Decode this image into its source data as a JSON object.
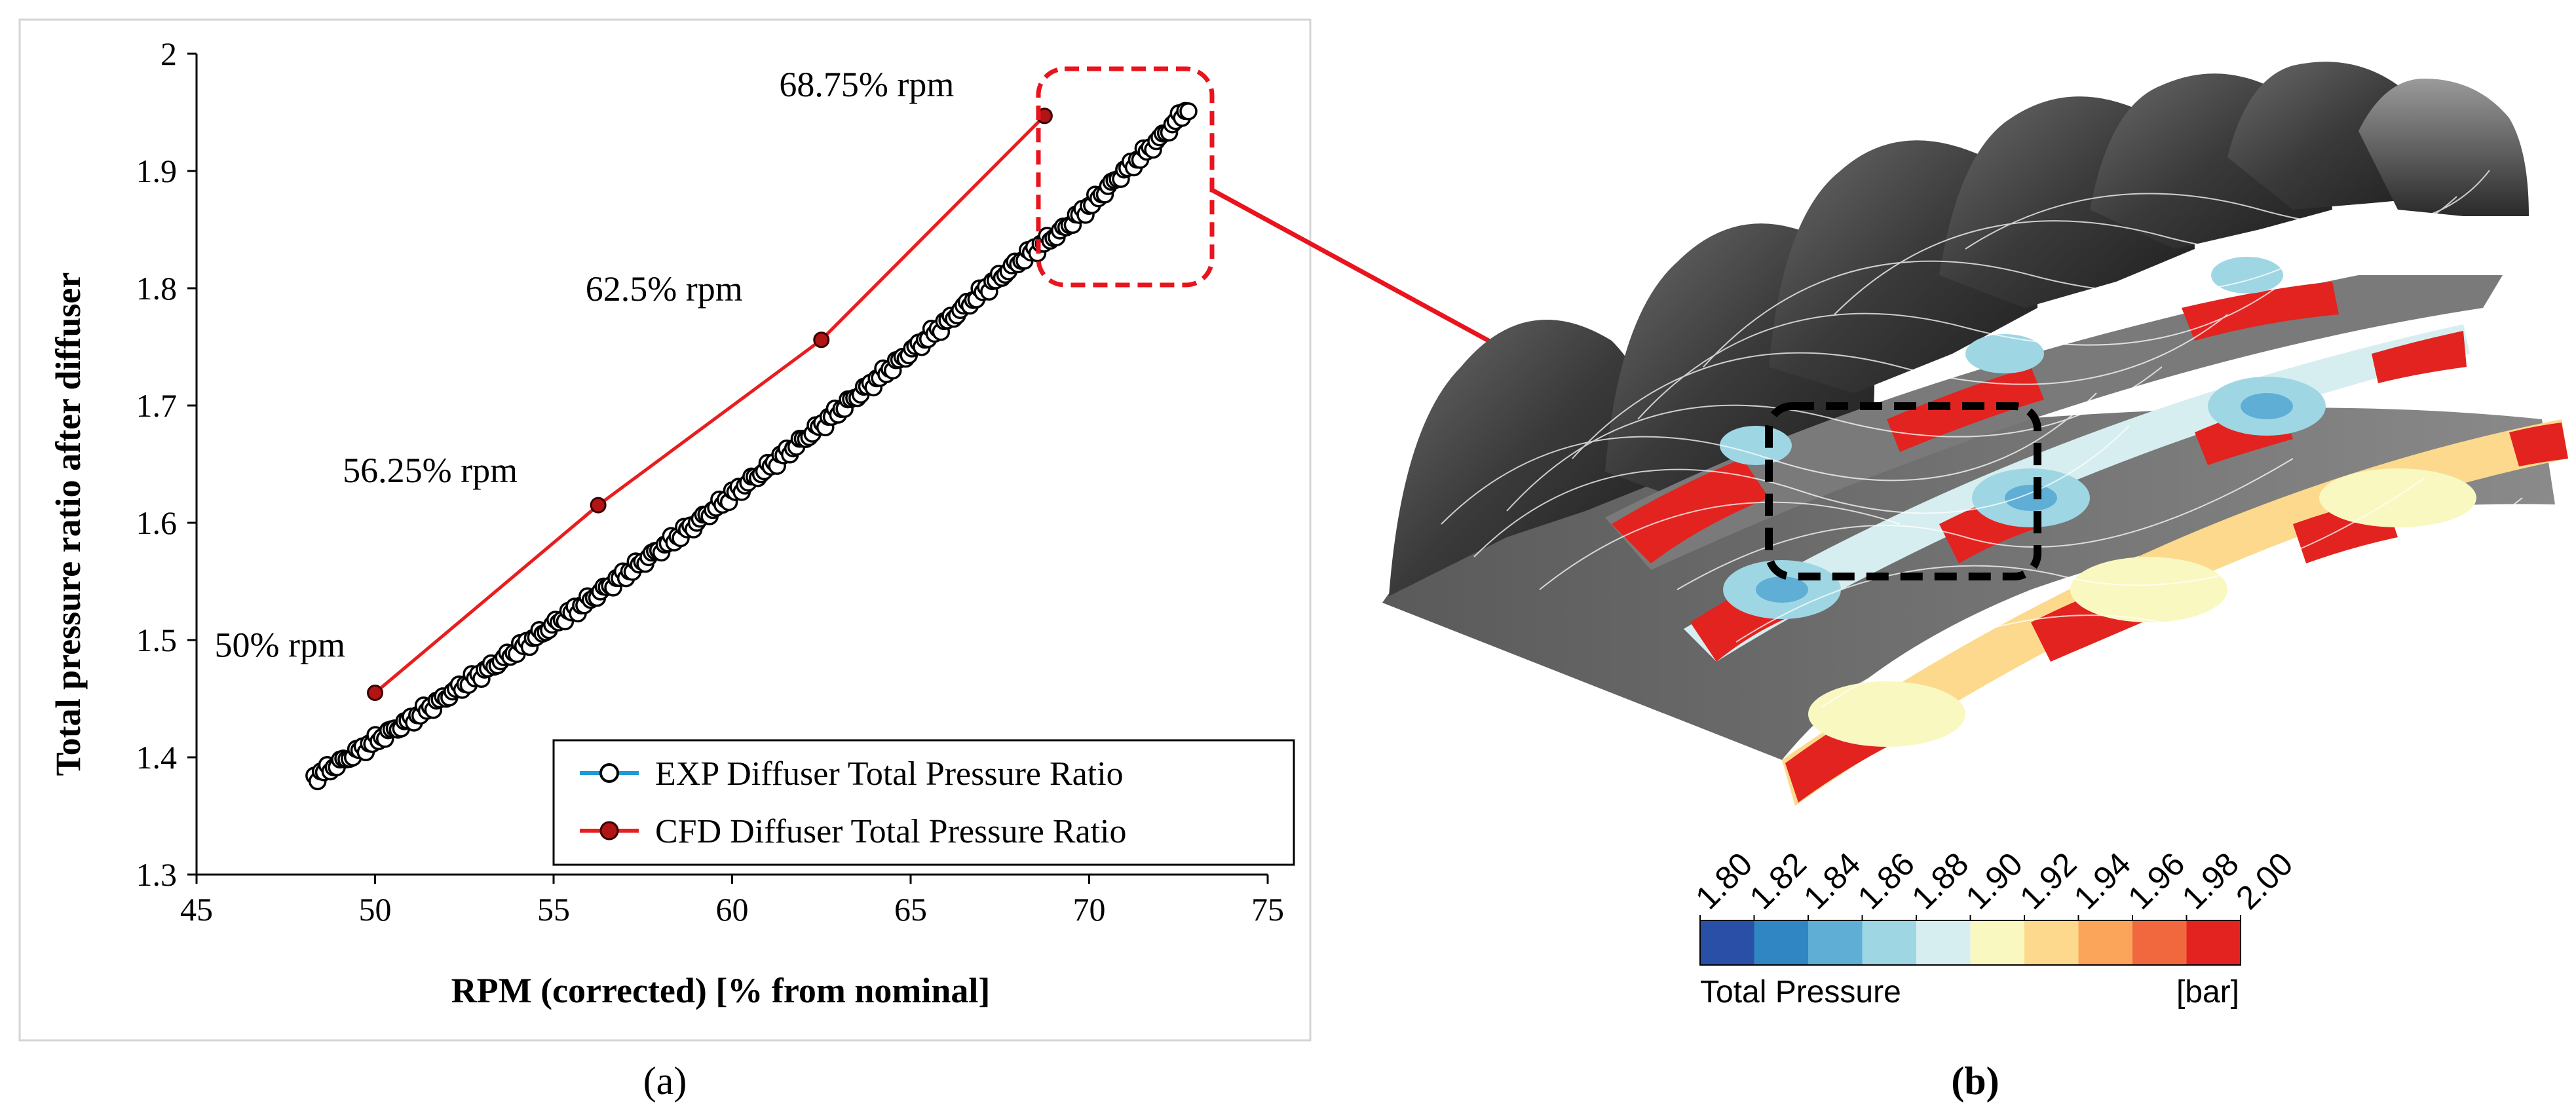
{
  "panel_a_label": "(a)",
  "panel_b_label": "(b)",
  "chart_data": {
    "type": "scatter",
    "xlabel": "RPM (corrected) [% from nominal]",
    "ylabel": "Total pressure ratio after diffuser",
    "xlim": [
      45,
      75
    ],
    "ylim": [
      1.3,
      2.0
    ],
    "xticks": [
      45,
      50,
      55,
      60,
      65,
      70,
      75
    ],
    "yticks": [
      1.3,
      1.4,
      1.5,
      1.6,
      1.7,
      1.8,
      1.9,
      2.0
    ],
    "ytick_labels": [
      "1.3",
      "1.4",
      "1.5",
      "1.6",
      "1.7",
      "1.8",
      "1.9",
      "2"
    ],
    "grid": false,
    "legend_position": "bottom-right",
    "series": [
      {
        "name": "EXP Diffuser Total Pressure Ratio",
        "marker": "open-circle",
        "line_color": "#1e9ad6",
        "marker_edge": "#000000",
        "marker_fill": "#ffffff",
        "x": [
          48.3,
          49.0,
          50.0,
          51.0,
          52.0,
          53.0,
          54.0,
          55.0,
          56.0,
          57.0,
          58.0,
          59.0,
          60.0,
          61.0,
          62.0,
          63.0,
          64.0,
          65.0,
          66.0,
          67.0,
          68.0,
          68.6,
          69.2,
          70.0,
          71.0,
          72.0,
          72.8
        ],
        "y": [
          1.383,
          1.395,
          1.414,
          1.432,
          1.452,
          1.472,
          1.492,
          1.513,
          1.534,
          1.556,
          1.578,
          1.6,
          1.624,
          1.647,
          1.671,
          1.696,
          1.721,
          1.746,
          1.771,
          1.797,
          1.822,
          1.836,
          1.848,
          1.87,
          1.9,
          1.928,
          1.955
        ]
      },
      {
        "name": "CFD Diffuser Total Pressure Ratio",
        "marker": "filled-circle",
        "line_color": "#e81e1e",
        "marker_edge": "#3a0000",
        "marker_fill": "#b01414",
        "x": [
          50,
          56.25,
          62.5,
          68.75
        ],
        "y": [
          1.455,
          1.615,
          1.756,
          1.947
        ]
      }
    ],
    "annotations": [
      {
        "text": "50% rpm",
        "x": 50,
        "y": 1.455
      },
      {
        "text": "56.25% rpm",
        "x": 56.25,
        "y": 1.615
      },
      {
        "text": "62.5% rpm",
        "x": 62.5,
        "y": 1.756
      },
      {
        "text": "68.75% rpm",
        "x": 68.75,
        "y": 1.947
      }
    ]
  },
  "colorbar": {
    "title": "Total Pressure",
    "unit": "[bar]",
    "tick_labels": [
      "1.80",
      "1.82",
      "1.84",
      "1.86",
      "1.88",
      "1.90",
      "1.92",
      "1.94",
      "1.96",
      "1.98",
      "2.00"
    ],
    "colors": [
      "#2a4fa6",
      "#2f86c2",
      "#5eaed6",
      "#9fd6e4",
      "#d7eef0",
      "#f8f8c0",
      "#fcd98c",
      "#fba55a",
      "#f2683e",
      "#e2231f"
    ]
  },
  "colors": {
    "highlight_box": "#e8141e",
    "callout_arrow": "#e8141e",
    "cfd_line": "#e81e1e",
    "exp_line": "#1e9ad6"
  }
}
